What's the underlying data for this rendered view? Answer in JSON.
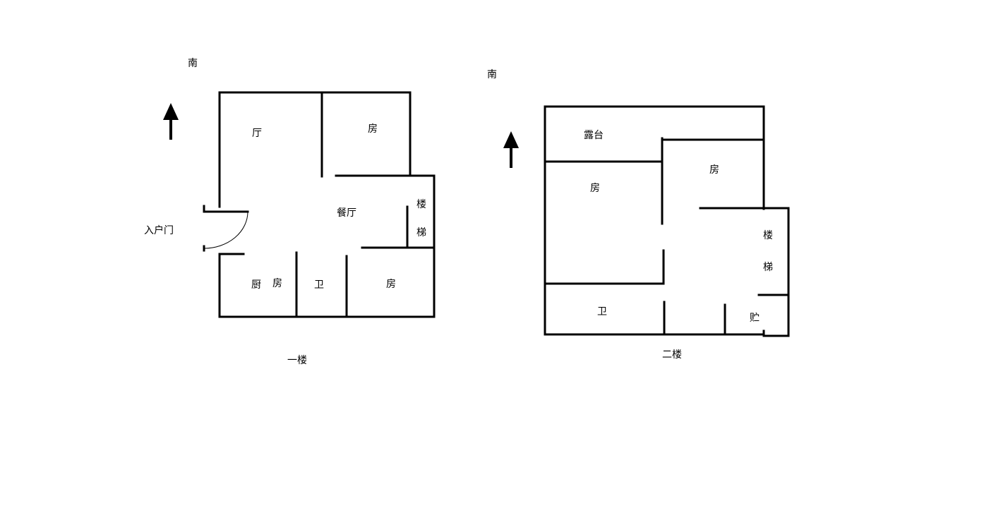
{
  "colors": {
    "background": "#ffffff",
    "ink": "#000000"
  },
  "floor1": {
    "title": "一楼",
    "compass_label": "南",
    "entrance_label": "入户门",
    "rooms": {
      "living": "厅",
      "bedroom_top": "房",
      "dining": "餐厅",
      "stair_1": "楼",
      "stair_2": "梯",
      "kitchen_1": "厨",
      "kitchen_2": "房",
      "bathroom": "卫",
      "bedroom_bottom": "房"
    }
  },
  "floor2": {
    "title": "二楼",
    "compass_label": "南",
    "rooms": {
      "terrace": "露台",
      "bedroom_right": "房",
      "bedroom_left": "房",
      "stair_1": "楼",
      "stair_2": "梯",
      "bathroom": "卫",
      "storage": "贮"
    }
  }
}
